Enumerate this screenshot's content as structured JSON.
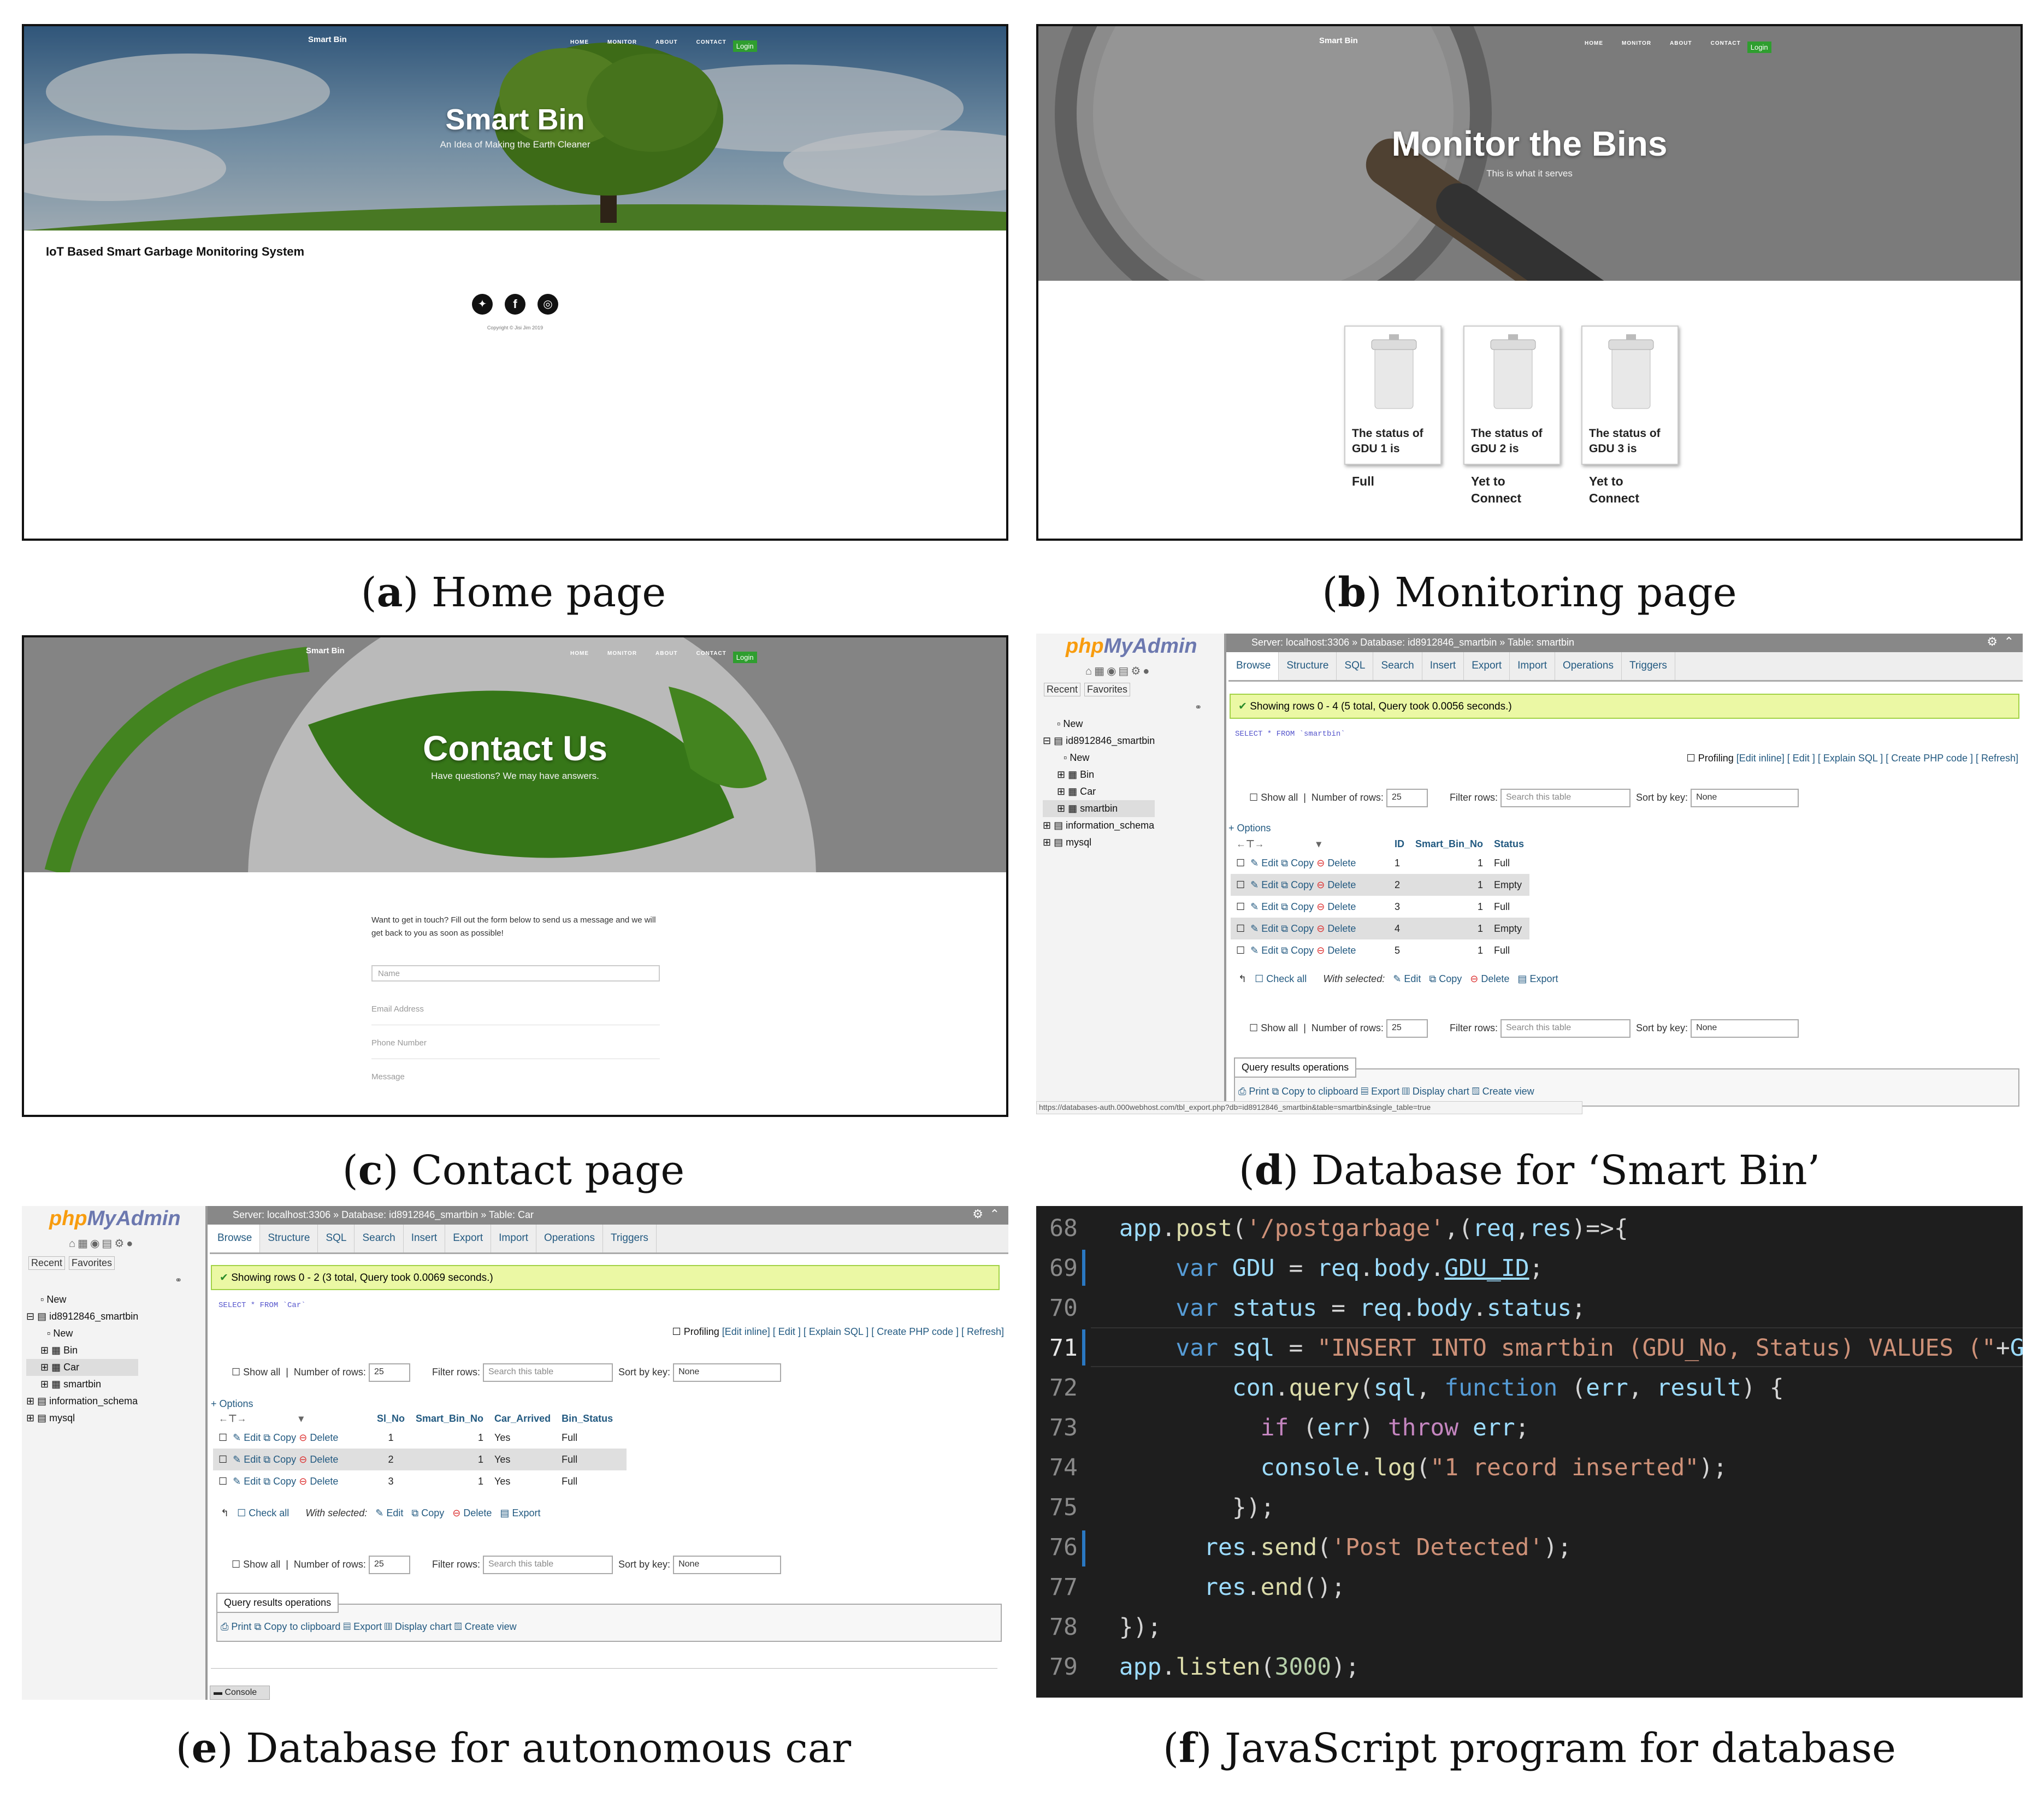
{
  "captions": [
    {
      "letter": "a",
      "text": "Home page"
    },
    {
      "letter": "b",
      "text": "Monitoring page"
    },
    {
      "letter": "c",
      "text": "Contact page"
    },
    {
      "letter": "d",
      "text": "Database for ‘Smart Bin’"
    },
    {
      "letter": "e",
      "text": "Database for autonomous car"
    },
    {
      "letter": "f",
      "text": "JavaScript program for database"
    }
  ],
  "site": {
    "brand": "Smart Bin",
    "nav": [
      "HOME",
      "MONITOR",
      "ABOUT",
      "CONTACT"
    ],
    "login": "Login"
  },
  "home": {
    "title": "Smart Bin",
    "subtitle": "An Idea of Making the Earth Cleaner",
    "heading": "IoT Based Smart Garbage Monitoring System",
    "social_icons": [
      "twitter-icon",
      "facebook-icon",
      "github-icon"
    ],
    "copyright": "Copyright © Jisi Jim 2019"
  },
  "monitor": {
    "title": "Monitor the Bins",
    "subtitle": "This is what it serves",
    "bins": [
      {
        "label": "The status of GDU 1 is",
        "status": "Full"
      },
      {
        "label": "The status of GDU 2 is",
        "status": "Yet to Connect"
      },
      {
        "label": "The status of GDU 3 is",
        "status": "Yet to Connect"
      }
    ]
  },
  "contact": {
    "title": "Contact Us",
    "subtitle": "Have questions? We may have answers.",
    "intro": "Want to get in touch? Fill out the form below to send us a message and we will get back to you as soon as possible!",
    "fields": [
      "Name",
      "Email Address",
      "Phone Number",
      "Message"
    ]
  },
  "pma_common": {
    "logo_php": "php",
    "logo_my": "MyAdmin",
    "recent": "Recent",
    "favorites": "Favorites",
    "tabs": [
      "Browse",
      "Structure",
      "SQL",
      "Search",
      "Insert",
      "Export",
      "Import",
      "Operations",
      "Triggers"
    ],
    "show_all": "Show all",
    "number_of_rows": "Number of rows:",
    "rows_value": "25",
    "filter_rows": "Filter rows:",
    "filter_placeholder": "Search this table",
    "sort_by_key": "Sort by key:",
    "sort_value": "None",
    "options": "+ Options",
    "profiling": "Profiling",
    "profiling_links": "[Edit inline] [ Edit ] [ Explain SQL ] [ Create PHP code ] [ Refresh]",
    "check_all": "Check all",
    "with_selected": "With selected:",
    "bulk_actions": [
      "Edit",
      "Copy",
      "Delete",
      "Export"
    ],
    "row_actions": [
      "Edit",
      "Copy",
      "Delete"
    ],
    "qro_title": "Query results operations",
    "qro_links": [
      "Print",
      "Copy to clipboard",
      "Export",
      "Display chart",
      "Create view"
    ]
  },
  "pma_bin": {
    "breadcrumb": "Server: localhost:3306 » Database: id8912846_smartbin » Table: smartbin",
    "tree": [
      "New",
      "id8912846_smartbin",
      "New",
      "Bin",
      "Car",
      "smartbin",
      "information_schema",
      "mysql"
    ],
    "success": "Showing rows 0 - 4 (5 total, Query took 0.0056 seconds.)",
    "sql": "SELECT * FROM `smartbin`",
    "columns": [
      "ID",
      "Smart_Bin_No",
      "Status"
    ],
    "rows": [
      [
        "1",
        "1",
        "Full"
      ],
      [
        "2",
        "1",
        "Empty"
      ],
      [
        "3",
        "1",
        "Full"
      ],
      [
        "4",
        "1",
        "Empty"
      ],
      [
        "5",
        "1",
        "Full"
      ]
    ],
    "status_url": "https://databases-auth.000webhost.com/tbl_export.php?db=id8912846_smartbin&table=smartbin&single_table=true"
  },
  "pma_car": {
    "breadcrumb": "Server: localhost:3306 » Database: id8912846_smartbin » Table: Car",
    "tree": [
      "New",
      "id8912846_smartbin",
      "New",
      "Bin",
      "Car",
      "smartbin",
      "information_schema",
      "mysql"
    ],
    "success": "Showing rows 0 - 2 (3 total, Query took 0.0069 seconds.)",
    "sql": "SELECT * FROM `Car`",
    "columns": [
      "Sl_No",
      "Smart_Bin_No",
      "Car_Arrived",
      "Bin_Status"
    ],
    "rows": [
      [
        "1",
        "1",
        "Yes",
        "Full"
      ],
      [
        "2",
        "1",
        "Yes",
        "Full"
      ],
      [
        "3",
        "1",
        "Yes",
        "Full"
      ]
    ],
    "console": "Console"
  },
  "code": {
    "line_numbers": [
      "68",
      "69",
      "70",
      "71",
      "72",
      "73",
      "74",
      "75",
      "76",
      "77",
      "78",
      "79"
    ]
  }
}
